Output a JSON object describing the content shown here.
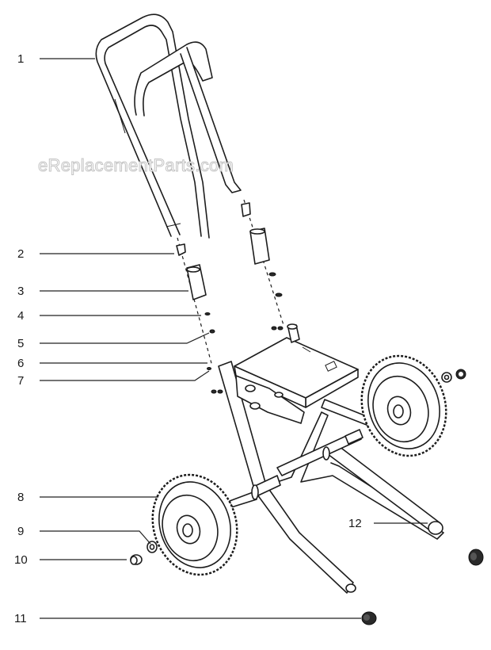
{
  "watermark": "eReplacementParts.com",
  "callouts": [
    {
      "label": "1"
    },
    {
      "label": "2"
    },
    {
      "label": "3"
    },
    {
      "label": "4"
    },
    {
      "label": "5"
    },
    {
      "label": "6"
    },
    {
      "label": "7"
    },
    {
      "label": "8"
    },
    {
      "label": "9"
    },
    {
      "label": "10"
    },
    {
      "label": "11"
    },
    {
      "label": "12"
    }
  ]
}
